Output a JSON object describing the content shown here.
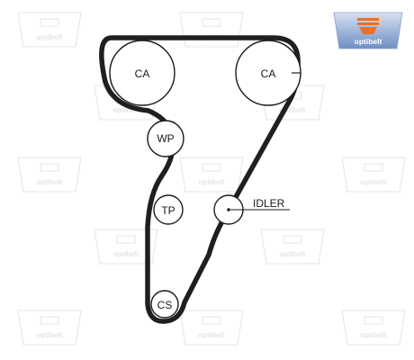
{
  "watermark": {
    "text": "optibelt"
  },
  "logo": {
    "text": "optibelt",
    "color_top": "#c9d6ec",
    "color_bottom": "#6f8fc4",
    "accent": "#e8712a"
  },
  "pulleys": {
    "cam_left": "CA",
    "cam_right": "CA",
    "water_pump": "WP",
    "tensioner": "TP",
    "idler": "",
    "crankshaft": "CS"
  },
  "callout": {
    "idler_label": "IDLER"
  },
  "colors": {
    "belt": "#1f1f1f",
    "outline": "#1a1a1a",
    "watermark": "#e4e4e4"
  }
}
